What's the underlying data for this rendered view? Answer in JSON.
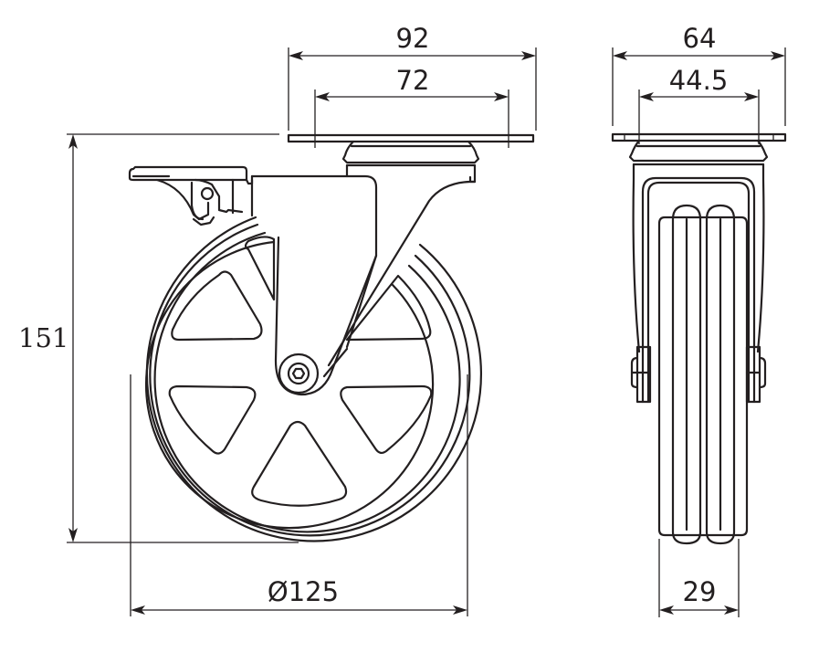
{
  "drawing": {
    "subject": "swivel caster with brake",
    "line_color": "#231f20",
    "background": "#ffffff",
    "views": [
      "front-view",
      "side-view"
    ]
  },
  "dimensions": {
    "plate_width": "92",
    "plate_hole_spacing": "72",
    "side_plate_width": "64",
    "side_plate_hole_spacing": "44.5",
    "overall_height": "151",
    "wheel_diameter": "Ø125",
    "wheel_width": "29"
  }
}
